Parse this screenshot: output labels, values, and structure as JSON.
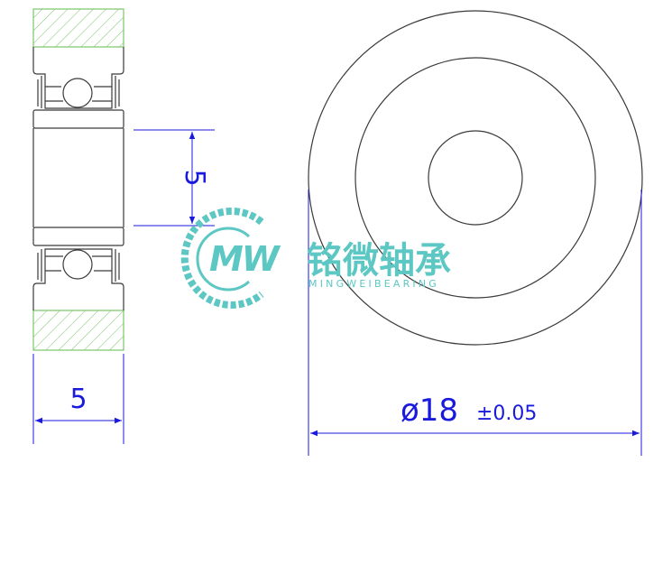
{
  "dimensions": {
    "bore_label": "5",
    "width_label": "5",
    "outer_diameter_label": "ø18",
    "tolerance_label": "±0.05"
  },
  "logo": {
    "mark_text": "MW",
    "name_cn": "铭微轴承",
    "name_en": "MINGWEIBEARING"
  },
  "colors": {
    "outline": "#3a3a3a",
    "dimension": "#1a1adc",
    "hatch": "#7cc46a",
    "logo": "#5cc7c3"
  }
}
